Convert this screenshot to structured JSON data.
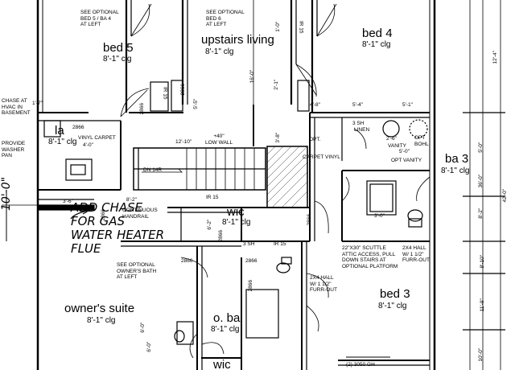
{
  "rooms": {
    "bed5": {
      "name": "bed 5",
      "clg": "8'-1\" clg"
    },
    "upstairs_living": {
      "name": "upstairs living",
      "clg": "8'-1\" clg"
    },
    "bed4": {
      "name": "bed 4",
      "clg": "8'-1\" clg"
    },
    "laundry": {
      "name": "la",
      "clg": "8'-1\" clg"
    },
    "ba3": {
      "name": "ba 3",
      "clg": "8'-1\" clg"
    },
    "wic": {
      "name": "wic",
      "clg": "8'-1\" clg"
    },
    "bed3": {
      "name": "bed 3",
      "clg": "8'-1\" clg"
    },
    "owners_suite": {
      "name": "owner's suite",
      "clg": "8'-1\" clg"
    },
    "o_ba": {
      "name": "o. ba",
      "clg": "8'-1\" clg"
    },
    "wic_bottom": {
      "name": "wic"
    }
  },
  "notes": {
    "see_bed5": "SEE OPTIONAL\nBED 5 / BA 4\nAT LEFT",
    "see_bed6": "SEE OPTIONAL\nBED 6\nAT LEFT",
    "chase_hvac": "CHASE AT\nHVAC IN\nBASEMENT",
    "provide_washer": "PROVIDE\nWASHER\nPAN",
    "low_wall": "+40\"\nLOW WALL",
    "continuous_handrail": "CONTINUOUS\nHANDRAIL",
    "scuttle": "22\"X30\" SCUTTLE\nATTIC ACCESS, PULL\nDOWN STAIRS AT\nOPTIONAL PLATFORM",
    "hall_fur_right": "2X4 HALL\nW/ 1 1/2\"\nFURR-OUT",
    "hall_fur_center": "2X4 HALL\nW/ 1 1/2\"\nFURR-OUT",
    "see_owners_bath": "SEE OPTIONAL\nOWNER'S BATH\nAT LEFT",
    "opt_vanity": "OPT VANITY",
    "opt_boh": "OPT\nBOHL",
    "linen": "LINEN",
    "carpet_vinyl": "CARPET VINYL",
    "vinyl_carpet": "VINYL CARPET",
    "opt": "OPT.",
    "sh3": "3 SH",
    "sh3b": "3 SH",
    "ir15a": "IR 15",
    "ir15b": "IR 15",
    "ir15c": "IR 15",
    "ir15d": "IR 15",
    "window_size": "(2) 3050 GH",
    "dn14r": "DN 14R",
    "vanity": "VANITY"
  },
  "handwritten": "ADD CHASE\nFOR GAS\nWATER HEATER\nFLUE",
  "dims": [
    "12'-10\"",
    "4'-0\"",
    "8'-2\"",
    "5'-4\"",
    "5'-1\"",
    "2'-6\"",
    "5'-0\"",
    "3'-6\"",
    "4'-8\"",
    "3'-0\"",
    "2866",
    "2866",
    "2866",
    "2866",
    "2866",
    "2866",
    "2866",
    "2866",
    "2866",
    "36'-0\"",
    "12'-4\"",
    "42'-0\"",
    "5'-0\"",
    "8'-2\"",
    "8'-10\"",
    "11'-9\"",
    "10'-0\"",
    "3'-8\"",
    "5'-5\"",
    "16'-0\"",
    "1'-0\"",
    "2'-1\"",
    "6'-0\"",
    "6'-2\"",
    "1'-7\"",
    "6'-0\""
  ],
  "left_dim": "10'-0\""
}
